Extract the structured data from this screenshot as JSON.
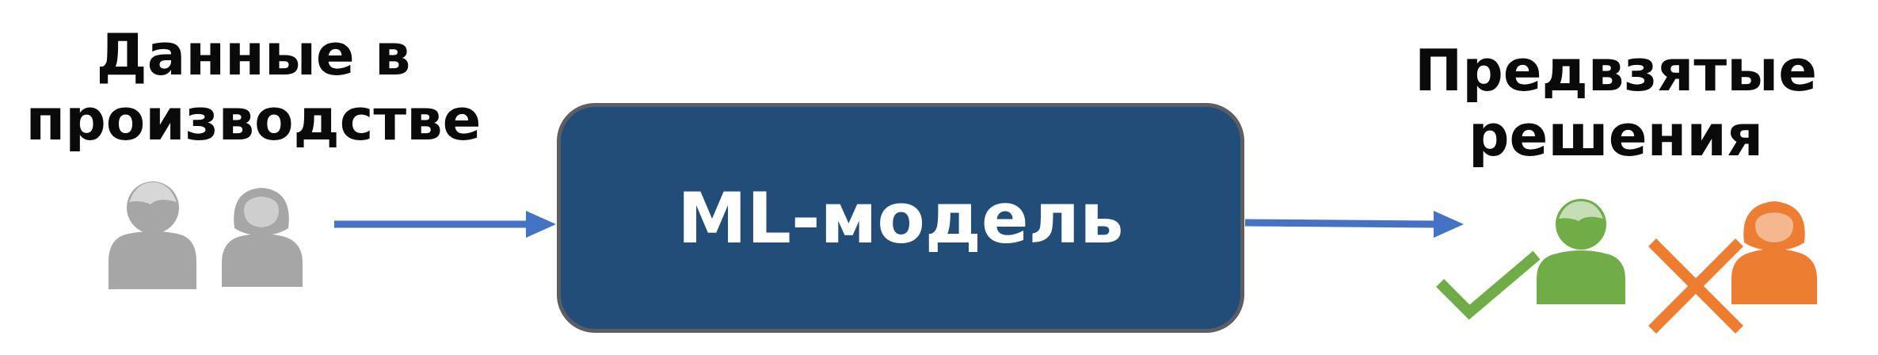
{
  "input": {
    "title_line1": "Данные в",
    "title_line2": "производстве"
  },
  "model": {
    "label": "ML-модель"
  },
  "output": {
    "title_line1": "Предвзятые",
    "title_line2": "решения"
  },
  "icons": {
    "person_male_input": "person-male-icon",
    "person_female_input": "person-female-icon",
    "person_male_output": "person-male-icon",
    "person_female_output": "person-female-icon",
    "accept": "checkmark-icon",
    "reject": "cross-icon"
  },
  "colors": {
    "model_box": "#214d78",
    "arrow": "#4472c4",
    "person_input": "#a6a6a6",
    "accepted": "#70ad47",
    "rejected": "#ed7d31"
  }
}
